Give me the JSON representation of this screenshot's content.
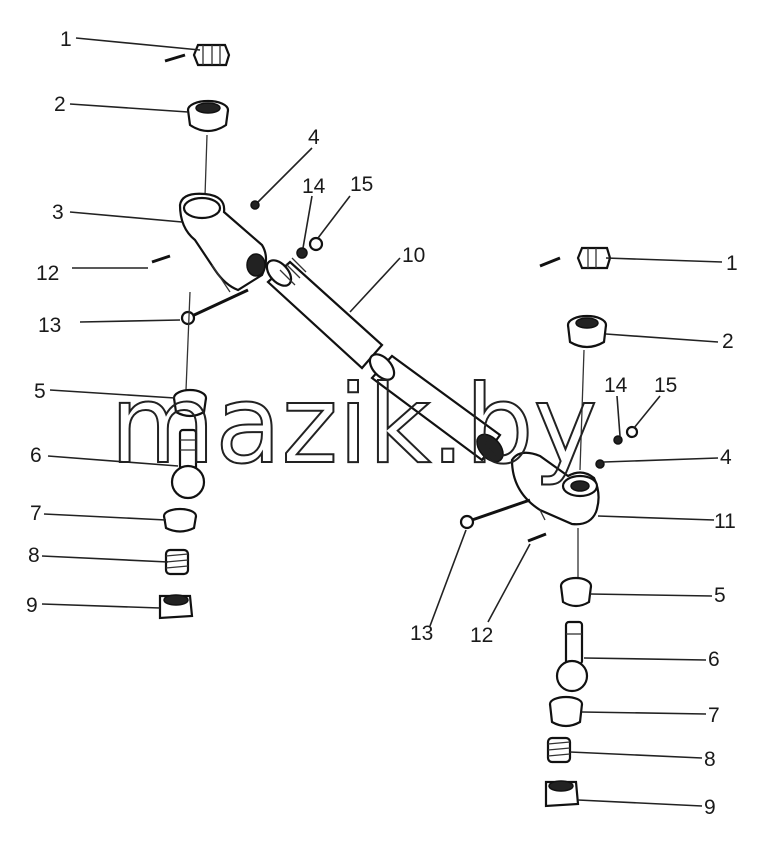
{
  "diagram": {
    "callouts": [
      {
        "id": "l1",
        "text": "1"
      },
      {
        "id": "l2",
        "text": "2"
      },
      {
        "id": "l3",
        "text": "3"
      },
      {
        "id": "l4",
        "text": "4"
      },
      {
        "id": "l14",
        "text": "14"
      },
      {
        "id": "l15",
        "text": "15"
      },
      {
        "id": "l10",
        "text": "10"
      },
      {
        "id": "l12",
        "text": "12"
      },
      {
        "id": "l13",
        "text": "13"
      },
      {
        "id": "l5",
        "text": "5"
      },
      {
        "id": "l6",
        "text": "6"
      },
      {
        "id": "l7",
        "text": "7"
      },
      {
        "id": "l8",
        "text": "8"
      },
      {
        "id": "l9",
        "text": "9"
      },
      {
        "id": "r1",
        "text": "1"
      },
      {
        "id": "r2",
        "text": "2"
      },
      {
        "id": "r14",
        "text": "14"
      },
      {
        "id": "r15",
        "text": "15"
      },
      {
        "id": "r4",
        "text": "4"
      },
      {
        "id": "r11",
        "text": "11"
      },
      {
        "id": "r13",
        "text": "13"
      },
      {
        "id": "r12",
        "text": "12"
      },
      {
        "id": "r5",
        "text": "5"
      },
      {
        "id": "r6",
        "text": "6"
      },
      {
        "id": "r7",
        "text": "7"
      },
      {
        "id": "r8",
        "text": "8"
      },
      {
        "id": "r9",
        "text": "9"
      }
    ]
  },
  "watermark": "mazik.by"
}
